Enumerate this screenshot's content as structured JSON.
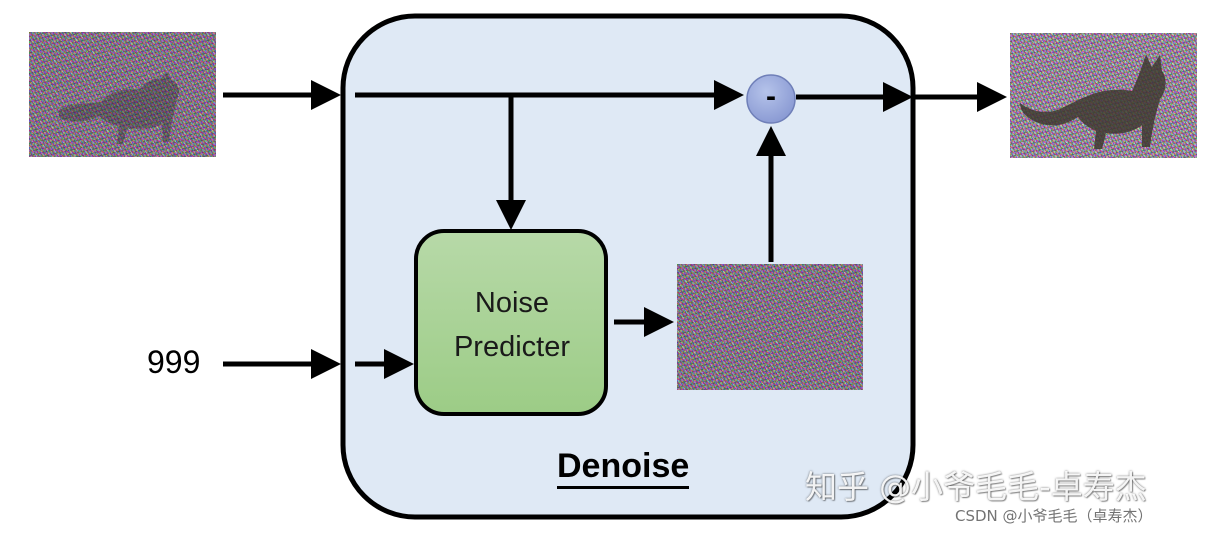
{
  "timestep_input": "999",
  "predictor": {
    "line1": "Noise",
    "line2": "Predicter"
  },
  "module_title": "Denoise",
  "subtract_symbol": "-",
  "watermarks": {
    "zhihu": "知乎 @小爷毛毛-卓寿杰",
    "csdn": "CSDN @小爷毛毛（卓寿杰）"
  },
  "colors": {
    "module_fill": "#dfe9f5",
    "module_border": "#000000",
    "predictor_fill_top": "#b7d9a8",
    "predictor_fill_bottom": "#9ccc86",
    "subtract_node_fill": "#96a8da"
  }
}
